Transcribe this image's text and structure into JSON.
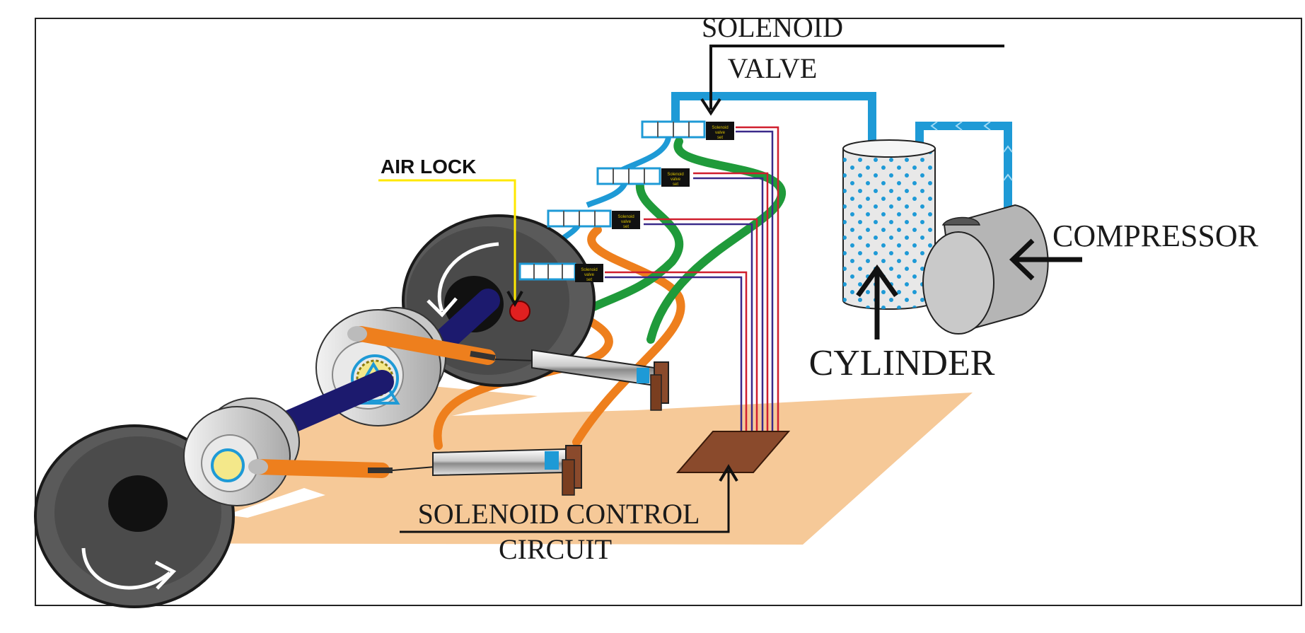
{
  "labels": {
    "solenoid_valve_line1": "SOLENOID",
    "solenoid_valve_line2": "VALVE",
    "air_lock": "AIR LOCK",
    "compressor": "COMPRESSOR",
    "cylinder": "CYLINDER",
    "control_circuit_line1": "SOLENOID CONTROL",
    "control_circuit_line2": "CIRCUIT"
  },
  "valve_tag": {
    "line1": "Solenoid",
    "line2": "valve",
    "line3": "set"
  },
  "colors": {
    "air_line": "#1e9ad6",
    "hose_orange": "#ee7f1d",
    "hose_green": "#1f9a3a",
    "axle": "#1c1a6e",
    "floor": "#f6c998",
    "control_box": "#8a4a2c",
    "wire_red": "#d01f2e",
    "wire_blue": "#3a2a8a",
    "air_lock_marker": "#e02020",
    "leader_yellow": "#ffe800"
  }
}
